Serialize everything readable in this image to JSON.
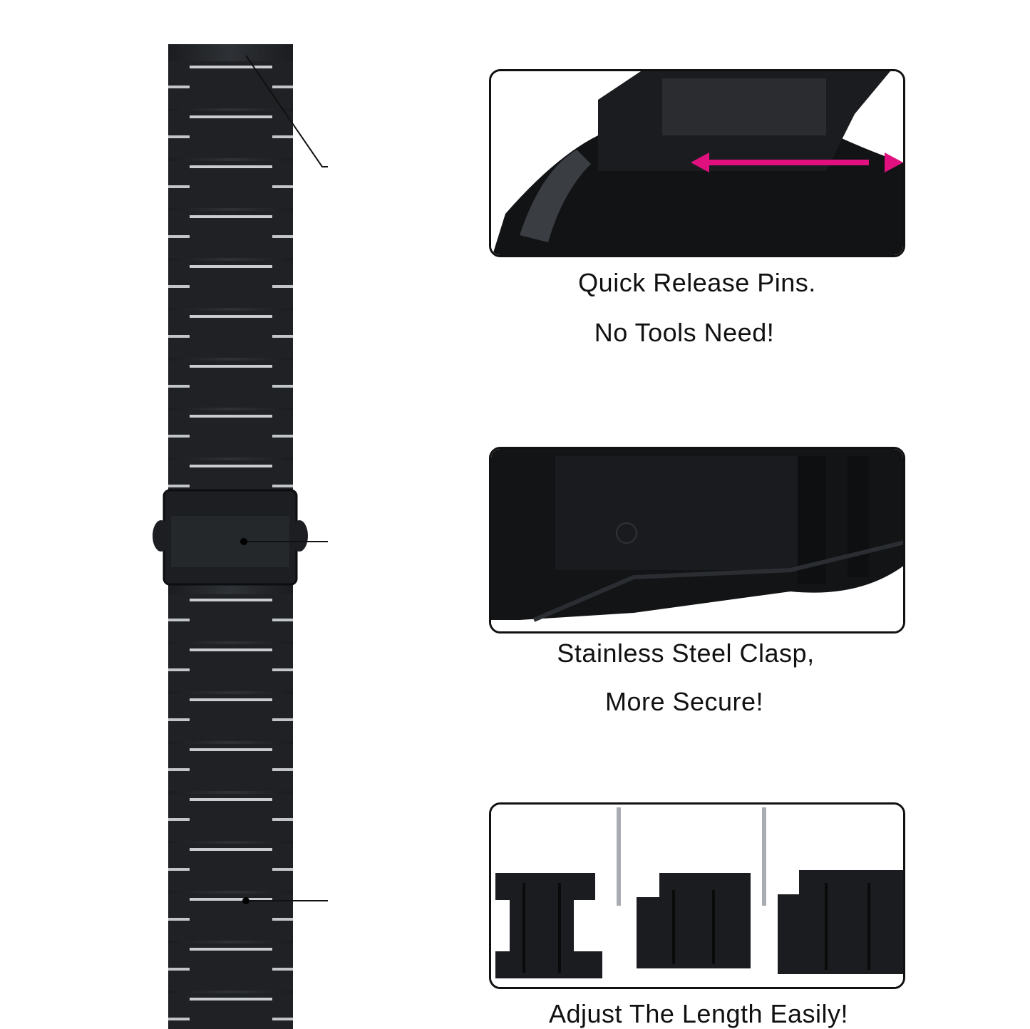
{
  "colors": {
    "background": "#ffffff",
    "band_dark": "#1d1f22",
    "band_mid": "#2b2e32",
    "band_highlight": "#c9ccd0",
    "frame": "#111111",
    "arrow": "#e0117f",
    "text": "#111111"
  },
  "icons": {
    "strap": "watch-strap-illustration",
    "pin_arrow": "double-arrow-icon"
  },
  "features": [
    {
      "image": "quick-release-pin-closeup",
      "caption_lines": [
        "Quick Release Pins.",
        "No Tools Need!"
      ]
    },
    {
      "image": "butterfly-clasp-closeup",
      "caption_lines": [
        "Stainless Steel Clasp,",
        "More Secure!"
      ]
    },
    {
      "image": "removable-links-closeup",
      "caption_lines": [
        "Adjust The Length Easily!"
      ]
    }
  ]
}
